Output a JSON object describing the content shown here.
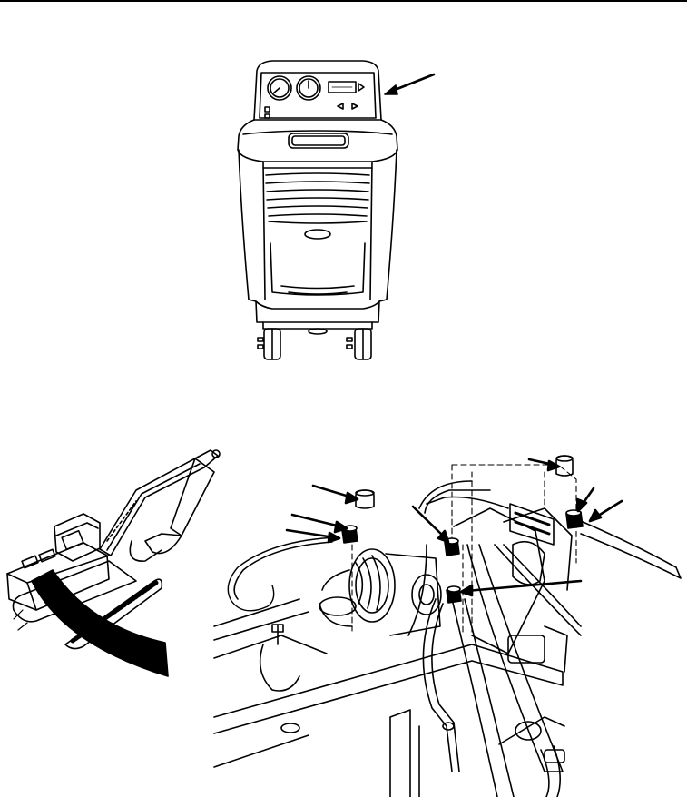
{
  "page": {
    "description_visible_text": ""
  },
  "figures": {
    "top": {
      "subject": "refrigerant-recovery-unit"
    },
    "bottom_left": {
      "subject": "excavator-locator"
    },
    "bottom_right": {
      "subject": "engine-compartment-service-ports"
    }
  },
  "colors": {
    "ink": "#000000",
    "paper": "#ffffff"
  }
}
